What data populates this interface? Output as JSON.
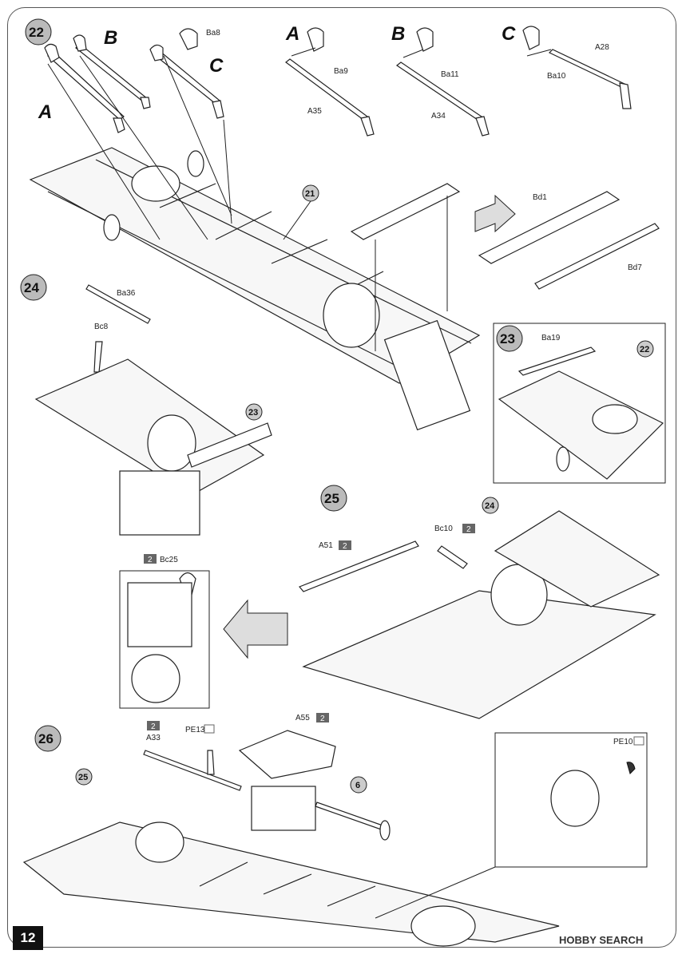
{
  "page_number": "12",
  "watermark": "HOBBY SEARCH",
  "steps": [
    {
      "number": "22"
    },
    {
      "number": "23"
    },
    {
      "number": "24"
    },
    {
      "number": "25"
    },
    {
      "number": "26"
    }
  ],
  "callouts": {
    "21": "21",
    "22": "22",
    "23": "23",
    "24": "24",
    "25": "25",
    "6": "6"
  },
  "step22": {
    "letter_a": "A",
    "letter_b": "B",
    "letter_c": "C",
    "sub_a": "A",
    "sub_b": "B",
    "sub_c": "C",
    "parts": {
      "ba8": "Ba8",
      "ba9": "Ba9",
      "ba11": "Ba11",
      "ba10": "Ba10",
      "a28": "A28",
      "a35": "A35",
      "a34": "A34",
      "bd1": "Bd1",
      "bd7": "Bd7"
    }
  },
  "step23": {
    "ba19": "Ba19"
  },
  "step24": {
    "ba36": "Ba36",
    "bc8": "Bc8"
  },
  "step25": {
    "bc10": "Bc10",
    "a51": "A51",
    "bc25": "Bc25",
    "tag": "2"
  },
  "step26": {
    "a33": "A33",
    "pe13": "PE13",
    "a55": "A55",
    "pe10": "PE10",
    "tag": "2"
  },
  "colors": {
    "ink": "#222222",
    "tag_bg": "#666666"
  }
}
